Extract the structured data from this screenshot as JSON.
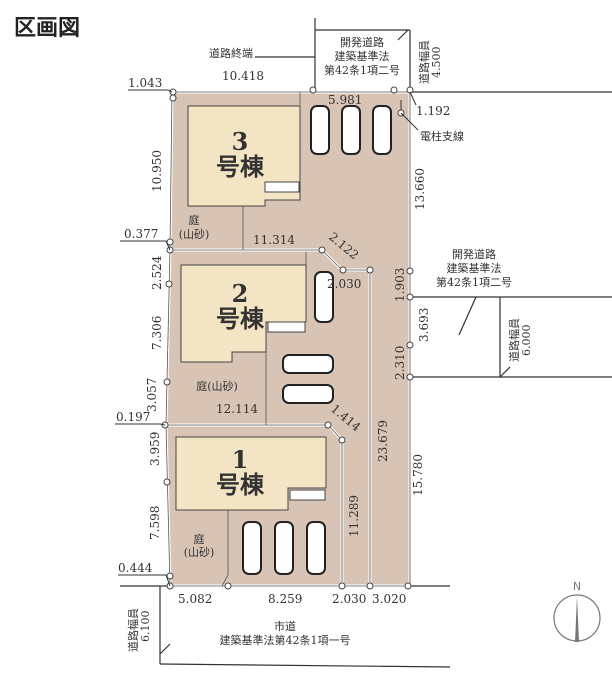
{
  "title": "区画図",
  "colors": {
    "lot": "#d8c4b4",
    "building": "#f3e5c3",
    "line": "#333333",
    "boundary": "#ffffff"
  },
  "buildings": [
    {
      "number": "3",
      "label": "号棟"
    },
    {
      "number": "2",
      "label": "号棟"
    },
    {
      "number": "1",
      "label": "号棟"
    }
  ],
  "gardens": {
    "lot3": [
      "庭",
      "(山砂)"
    ],
    "lot2": "庭(山砂)",
    "lot1": [
      "庭",
      "(山砂)"
    ]
  },
  "roads": {
    "top": {
      "lines": [
        "開発道路",
        "建築基準法",
        "第42条1項二号"
      ],
      "width": [
        "道路幅員",
        "4.500"
      ],
      "end_label": "道路終端"
    },
    "right": {
      "lines": [
        "開発道路",
        "建築基準法",
        "第42条1項二号"
      ],
      "width": [
        "道路幅員",
        "6.000"
      ]
    },
    "bottom": {
      "lines": [
        "市道",
        "建築基準法第42条1項一号"
      ],
      "width": [
        "道路幅員",
        "6.100"
      ]
    }
  },
  "pole_label": "電柱支線",
  "compass": "N",
  "dimensions": {
    "d1043": "1.043",
    "d10418": "10.418",
    "d5981": "5.981",
    "d1192": "1.192",
    "d10950": "10.950",
    "d13660": "13.660",
    "d0377": "0.377",
    "d11314": "11.314",
    "d2122": "2.122",
    "d2030a": "2.030",
    "d2524": "2.524",
    "d1903": "1.903",
    "d3693": "3.693",
    "d7306": "7.306",
    "d2310": "2.310",
    "d3057": "3.057",
    "d12114": "12.114",
    "d1414": "1.414",
    "d0197": "0.197",
    "d3959": "3.959",
    "d23679": "23.679",
    "d15780": "15.780",
    "d11289": "11.289",
    "d7598": "7.598",
    "d0444": "0.444",
    "d5082": "5.082",
    "d8259": "8.259",
    "d2030b": "2.030",
    "d3020": "3.020"
  }
}
